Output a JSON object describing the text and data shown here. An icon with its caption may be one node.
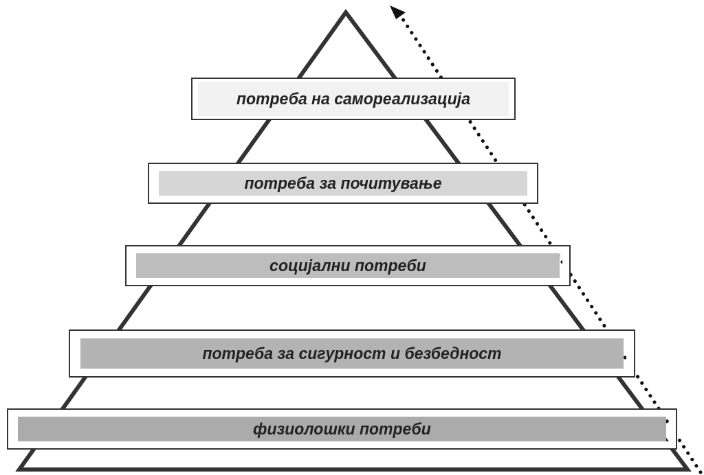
{
  "diagram": {
    "nodes": [
      {
        "text": [
          "потреба на самореализација"
        ]
      },
      {
        "text": [
          "потреба за почитување"
        ]
      },
      {
        "text": [
          "социјални потреби"
        ]
      },
      {
        "text": [
          "потреба за сигурност и безбедност"
        ]
      },
      {
        "text": [
          "физиолошки потреби"
        ]
      }
    ],
    "edges": []
  }
}
